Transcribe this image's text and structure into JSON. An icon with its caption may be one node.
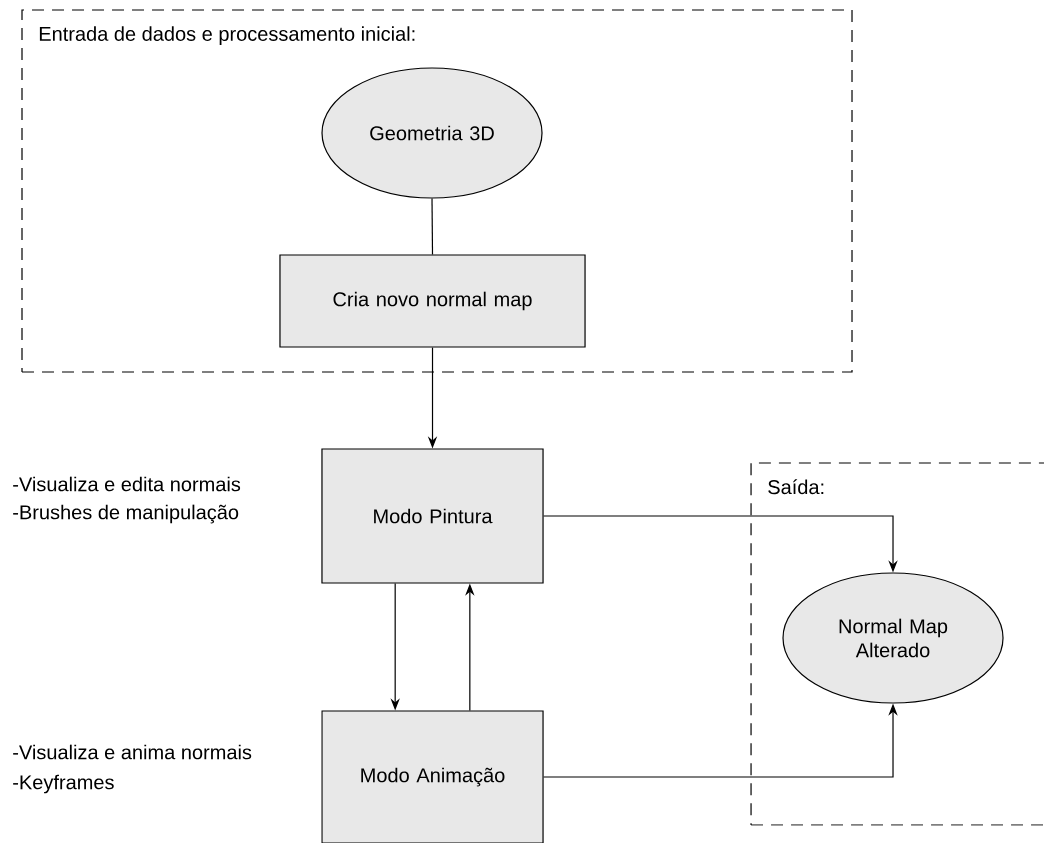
{
  "diagram": {
    "nodes": [
      {
        "text": [
          "Entrada de dados e processamento inicial:"
        ]
      },
      {
        "text": [
          "Geometria 3D"
        ],
        "in": 0
      },
      {
        "text": [
          "Cria novo normal map"
        ],
        "in": 0
      },
      {
        "text": [
          "Modo Pintura"
        ],
        "beside": [
          "-Visualiza e edita normais",
          "-Brushes de manipulação"
        ]
      },
      {
        "text": [
          "Modo Animação"
        ],
        "beside": [
          "-Visualiza e anima normais",
          "-Keyframes"
        ]
      },
      {
        "text": [
          "Saída:"
        ]
      },
      {
        "text": [
          "Normal Map Alterado"
        ],
        "in": 5
      }
    ],
    "edges": [
      {
        "from": 1,
        "to": 2,
        "arrow": "none"
      },
      {
        "from": 2,
        "to": 3,
        "arrow": "to"
      },
      {
        "from": 3,
        "to": 4,
        "arrow": "to"
      },
      {
        "from": 4,
        "to": 3,
        "arrow": "to"
      },
      {
        "from": 3,
        "to": 6,
        "arrow": "to"
      },
      {
        "from": 4,
        "to": 6,
        "arrow": "to"
      }
    ]
  }
}
